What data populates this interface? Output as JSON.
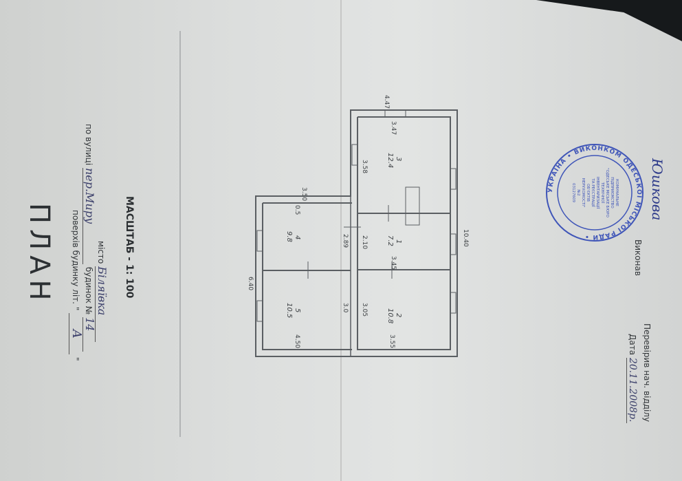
{
  "heading": {
    "title": "ПЛАН",
    "line1_prefix": "поверхів будинку літ.",
    "line1_value": "А",
    "line2_prefix": "по вулиці",
    "line2_value": "пер.Миру",
    "line2_mid": "будинок №",
    "line2_number": "14",
    "line3_prefix": "місто",
    "line3_value": "Біляївка",
    "scale": "МАСШТАБ - 1: 100"
  },
  "plan": {
    "overall_width": "10.40",
    "overall_depth": "6.40",
    "wall_middle": "3.0",
    "dims": {
      "left_top": "3.50",
      "left_bottom": "4.50",
      "mid": "2.89",
      "right_top": "4.47",
      "right_inner": "3.47",
      "right_mid": "3.58",
      "small_room": "2.10",
      "room2_w": "3.05",
      "room2_d": "3.55",
      "corridor": "3.45",
      "depth_small": "0.5"
    },
    "rooms": [
      {
        "id": "4",
        "area": "9.8"
      },
      {
        "id": "5",
        "area": "10.5"
      },
      {
        "id": "3",
        "area": "12.4"
      },
      {
        "id": "1",
        "area": "7.2"
      },
      {
        "id": "2",
        "area": "10.8"
      }
    ]
  },
  "footer": {
    "date_label": "Дата",
    "date_value": "20.11.2008р.",
    "performer_label": "Виконав",
    "performer_signature": "Юшкова",
    "checked_label": "Перевірив нач. відділу"
  },
  "stamp": {
    "ring_text": "УКРАЇНА • ВИКОНКОМ ОДЕСЬКОЇ МІСЬКОЇ РАДИ •",
    "center_lines": [
      "КОМУНАЛЬНЕ",
      "ПІДПРИЄМСТВО",
      "\"ОДЕСЬКЕ МІСЬКЕ БЮРО",
      "ТЕХНІЧНОЇ",
      "ІНВЕНТАРИЗАЦІЇ",
      "ТА РЕЄСТРАЦІЇ",
      "ОБ'ЄКТІВ",
      "НЕРУХОМОСТІ\"",
      "№2",
      "03127609"
    ],
    "color": "#3f55b8"
  }
}
